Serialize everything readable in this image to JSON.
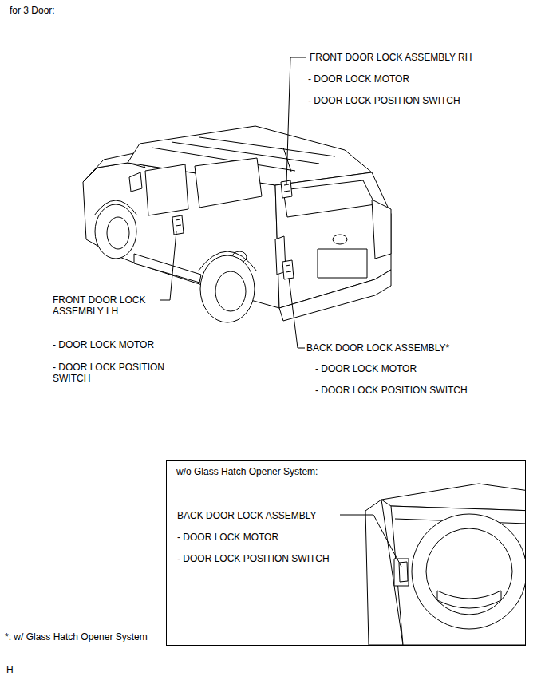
{
  "diagram": {
    "nodes": [
      {
        "text": [
          "w/o Glass Hatch Opener System:",
          "BACK DOOR LOCK ASSEMBLY",
          "- DOOR LOCK MOTOR",
          "- DOOR LOCK POSITION SWITCH"
        ]
      }
    ],
    "edges": [],
    "labels": [
      "for 3 Door:",
      "FRONT DOOR LOCK ASSEMBLY RH",
      "- DOOR LOCK MOTOR",
      "- DOOR LOCK POSITION SWITCH",
      "FRONT DOOR LOCK ASSEMBLY LH",
      "- DOOR LOCK MOTOR",
      "- DOOR LOCK POSITION SWITCH",
      "BACK DOOR LOCK ASSEMBLY*",
      "- DOOR LOCK MOTOR",
      "- DOOR LOCK POSITION SWITCH",
      "*: w/ Glass Hatch Opener System",
      "H"
    ]
  }
}
